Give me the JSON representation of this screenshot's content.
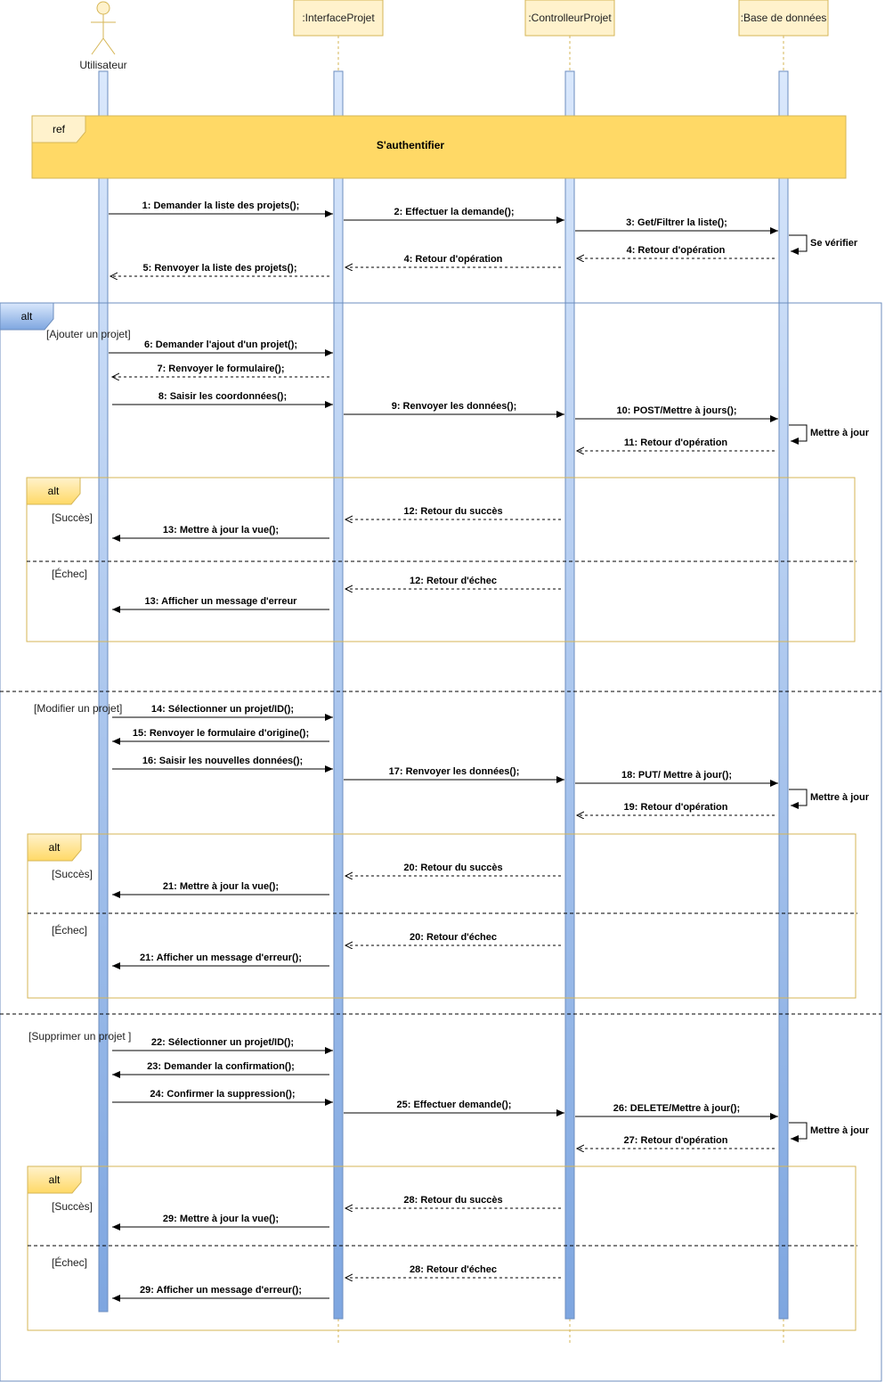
{
  "participants": [
    {
      "id": "user",
      "label": "Utilisateur",
      "kind": "actor"
    },
    {
      "id": "ui",
      "label": ":InterfaceProjet",
      "kind": "object"
    },
    {
      "id": "ctrl",
      "label": ":ControlleurProjet",
      "kind": "object"
    },
    {
      "id": "db",
      "label": ":Base de données",
      "kind": "object"
    }
  ],
  "ref_frame": {
    "tag": "ref",
    "title": "S'authentifier"
  },
  "outer_alt": {
    "tag": "alt",
    "guards": [
      "[Ajouter un projet]",
      "[Modifier un projet]",
      "[Supprimer un projet ]"
    ]
  },
  "inner_alts": [
    {
      "tag": "alt",
      "guards": [
        "[Succès]",
        "[Échec]"
      ]
    },
    {
      "tag": "alt",
      "guards": [
        "[Succès]",
        "[Échec]"
      ]
    },
    {
      "tag": "alt",
      "guards": [
        "[Succès]",
        "[Échec]"
      ]
    }
  ],
  "messages": [
    {
      "label": "1: Demander la liste des projets();",
      "from": "user",
      "to": "ui",
      "type": "sync"
    },
    {
      "label": "2: Effectuer la demande();",
      "from": "ui",
      "to": "ctrl",
      "type": "sync"
    },
    {
      "label": "3: Get/Filtrer la liste();",
      "from": "ctrl",
      "to": "db",
      "type": "sync"
    },
    {
      "label": "Se vérifier",
      "from": "db",
      "to": "db",
      "type": "self"
    },
    {
      "label": "4: Retour d'opération",
      "from": "db",
      "to": "ctrl",
      "type": "return"
    },
    {
      "label": "4: Retour d'opération",
      "from": "ctrl",
      "to": "ui",
      "type": "return"
    },
    {
      "label": "5: Renvoyer la liste des projets();",
      "from": "ui",
      "to": "user",
      "type": "return"
    },
    {
      "label": "6: Demander l'ajout d'un projet();",
      "from": "user",
      "to": "ui",
      "type": "sync"
    },
    {
      "label": "7: Renvoyer le formulaire();",
      "from": "ui",
      "to": "user",
      "type": "return"
    },
    {
      "label": "8: Saisir les coordonnées();",
      "from": "user",
      "to": "ui",
      "type": "sync"
    },
    {
      "label": "9: Renvoyer les données();",
      "from": "ui",
      "to": "ctrl",
      "type": "sync"
    },
    {
      "label": "10: POST/Mettre à jours();",
      "from": "ctrl",
      "to": "db",
      "type": "sync"
    },
    {
      "label": "Mettre à jour",
      "from": "db",
      "to": "db",
      "type": "self"
    },
    {
      "label": "11: Retour d'opération",
      "from": "db",
      "to": "ctrl",
      "type": "return"
    },
    {
      "label": "12: Retour du succès",
      "from": "ctrl",
      "to": "ui",
      "type": "return"
    },
    {
      "label": "13: Mettre à jour la vue();",
      "from": "ui",
      "to": "user",
      "type": "sync"
    },
    {
      "label": "12: Retour d'échec",
      "from": "ctrl",
      "to": "ui",
      "type": "return"
    },
    {
      "label": "13: Afficher un message d'erreur",
      "from": "ui",
      "to": "user",
      "type": "sync"
    },
    {
      "label": "14: Sélectionner un projet/ID();",
      "from": "user",
      "to": "ui",
      "type": "sync"
    },
    {
      "label": "15: Renvoyer le formulaire d'origine();",
      "from": "ui",
      "to": "user",
      "type": "sync"
    },
    {
      "label": "16: Saisir les nouvelles données();",
      "from": "user",
      "to": "ui",
      "type": "sync"
    },
    {
      "label": "17: Renvoyer les données();",
      "from": "ui",
      "to": "ctrl",
      "type": "sync"
    },
    {
      "label": "18: PUT/ Mettre à jour();",
      "from": "ctrl",
      "to": "db",
      "type": "sync"
    },
    {
      "label": "Mettre à jour",
      "from": "db",
      "to": "db",
      "type": "self"
    },
    {
      "label": "19: Retour d'opération",
      "from": "db",
      "to": "ctrl",
      "type": "return"
    },
    {
      "label": "20: Retour du succès",
      "from": "ctrl",
      "to": "ui",
      "type": "return"
    },
    {
      "label": "21: Mettre à jour la vue();",
      "from": "ui",
      "to": "user",
      "type": "sync"
    },
    {
      "label": "20: Retour d'échec",
      "from": "ctrl",
      "to": "ui",
      "type": "return"
    },
    {
      "label": "21: Afficher un message d'erreur();",
      "from": "ui",
      "to": "user",
      "type": "sync"
    },
    {
      "label": "22: Sélectionner un projet/ID();",
      "from": "user",
      "to": "ui",
      "type": "sync"
    },
    {
      "label": "23: Demander la confirmation();",
      "from": "ui",
      "to": "user",
      "type": "sync"
    },
    {
      "label": "24: Confirmer la suppression();",
      "from": "user",
      "to": "ui",
      "type": "sync"
    },
    {
      "label": "25: Effectuer demande();",
      "from": "ui",
      "to": "ctrl",
      "type": "sync"
    },
    {
      "label": "26: DELETE/Mettre à jour();",
      "from": "ctrl",
      "to": "db",
      "type": "sync"
    },
    {
      "label": "Mettre à jour",
      "from": "db",
      "to": "db",
      "type": "self"
    },
    {
      "label": "27: Retour d'opération",
      "from": "db",
      "to": "ctrl",
      "type": "return"
    },
    {
      "label": "28: Retour du succès",
      "from": "ctrl",
      "to": "ui",
      "type": "return"
    },
    {
      "label": "29: Mettre à jour la vue();",
      "from": "ui",
      "to": "user",
      "type": "sync"
    },
    {
      "label": "28: Retour d'échec",
      "from": "ctrl",
      "to": "ui",
      "type": "return"
    },
    {
      "label": "29: Afficher un message d'erreur();",
      "from": "ui",
      "to": "user",
      "type": "sync"
    }
  ],
  "colors": {
    "header_fill": "#fff2cc",
    "header_stroke": "#d6b656",
    "ref_fill": "#ffd966",
    "ref_stroke": "#d6b656",
    "alt_tag_fill": "#dae8fc",
    "alt_stroke": "#6c8ebf",
    "activation_top": "#dae8fc",
    "activation_bottom": "#7ea6e0",
    "inner_alt_stroke": "#d6b656"
  }
}
